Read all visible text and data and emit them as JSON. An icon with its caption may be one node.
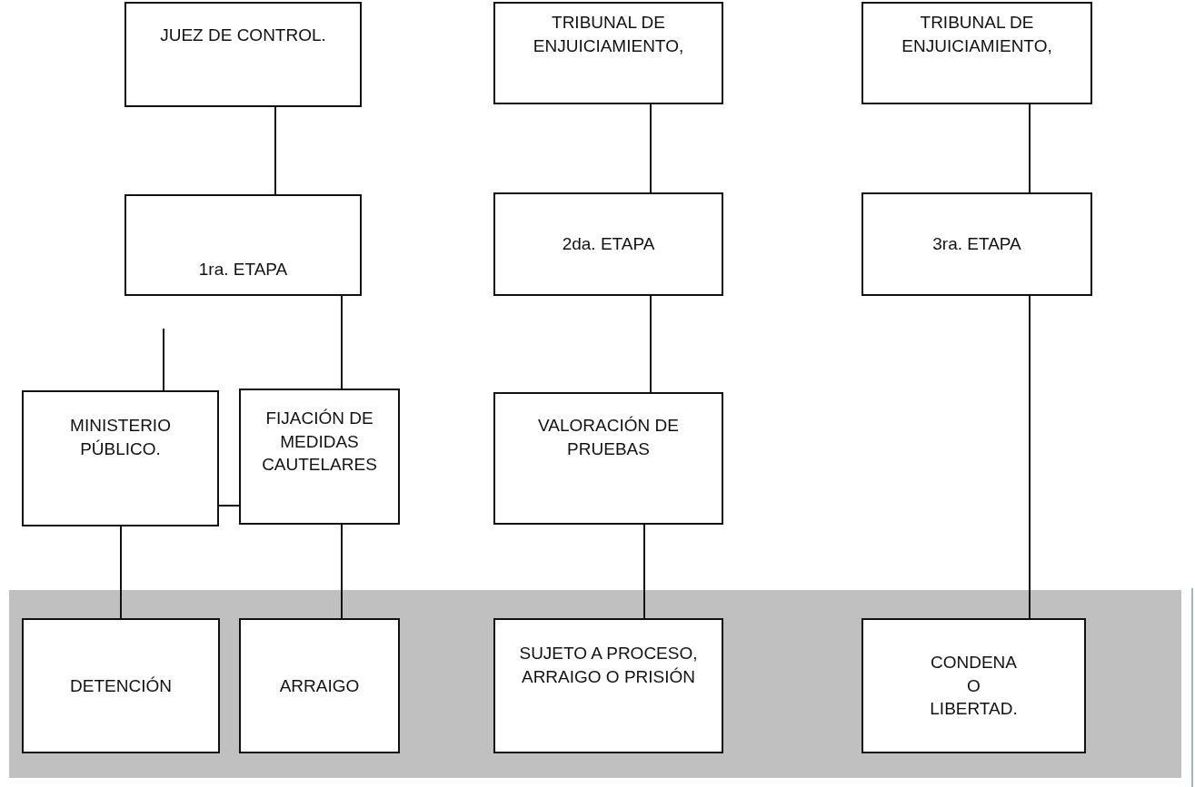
{
  "diagram": {
    "nodes": [
      {
        "text": [
          "JUEZ DE CONTROL."
        ]
      },
      {
        "text": [
          "TRIBUNAL DE ENJUICIAMIENTO,"
        ]
      },
      {
        "text": [
          "TRIBUNAL DE ENJUICIAMIENTO,"
        ]
      },
      {
        "text": [
          "1ra. ETAPA"
        ]
      },
      {
        "text": [
          "2da. ETAPA"
        ]
      },
      {
        "text": [
          "3ra. ETAPA"
        ]
      },
      {
        "text": [
          "MINISTERIO PÚBLICO."
        ]
      },
      {
        "text": [
          "FIJACIÓN DE MEDIDAS CAUTELARES"
        ]
      },
      {
        "text": [
          "VALORACIÓN DE PRUEBAS"
        ]
      },
      {
        "text": [],
        "shape": "box"
      },
      {
        "text": [
          "DETENCIÓN"
        ],
        "in": 9
      },
      {
        "text": [
          "ARRAIGO"
        ],
        "in": 9
      },
      {
        "text": [
          "SUJETO A PROCESO, ARRAIGO O PRISIÓN"
        ],
        "in": 9
      },
      {
        "text": [
          "CONDENA O LIBERTAD."
        ],
        "in": 9
      }
    ],
    "edges": [
      {
        "from": 0,
        "to": 3,
        "arrow": "none"
      },
      {
        "from": 1,
        "to": 4,
        "arrow": "none"
      },
      {
        "from": 2,
        "to": 5,
        "arrow": "none"
      },
      {
        "from": null,
        "to": 6,
        "arrow": "none"
      },
      {
        "from": 3,
        "to": 7,
        "arrow": "none"
      },
      {
        "from": 4,
        "to": 8,
        "arrow": "none"
      },
      {
        "from": 6,
        "to": 7,
        "arrow": "none"
      },
      {
        "from": 6,
        "to": 10,
        "arrow": "none"
      },
      {
        "from": 7,
        "to": 11,
        "arrow": "none"
      },
      {
        "from": 8,
        "to": 12,
        "arrow": "none"
      },
      {
        "from": 5,
        "to": 13,
        "arrow": "none"
      }
    ]
  }
}
